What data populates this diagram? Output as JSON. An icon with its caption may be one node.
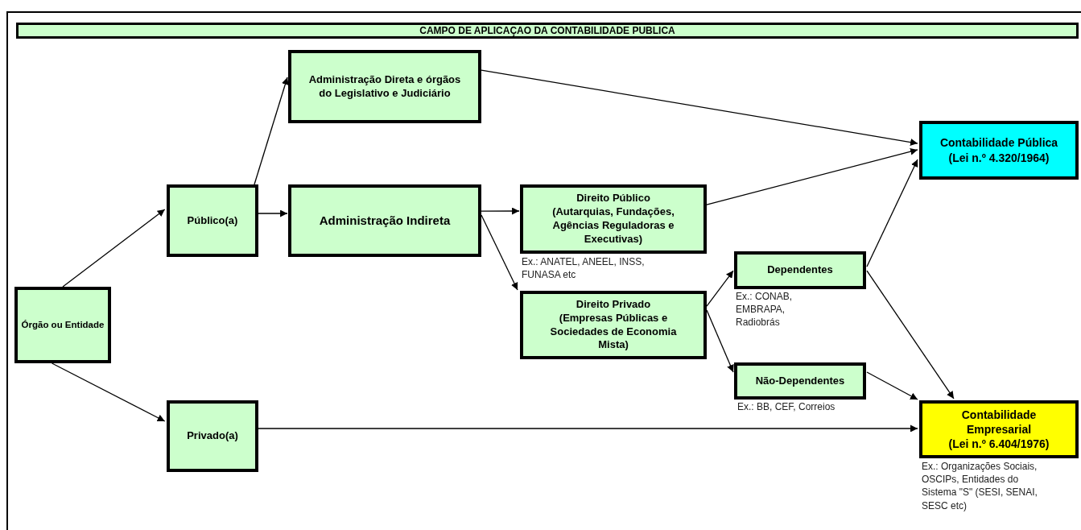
{
  "diagram": {
    "title": "CAMPO DE APLICAÇAO DA CONTABILIDADE PUBLICA",
    "nodes": [
      {
        "text": [
          "Órgão ou Entidade"
        ]
      },
      {
        "text": [
          "Público(a)"
        ]
      },
      {
        "text": [
          "Administração Direta e órgãos do Legislativo e Judiciário"
        ]
      },
      {
        "text": [
          "Administração Indireta"
        ]
      },
      {
        "text": [
          "Direito Público",
          "(Autarquias, Fundações, Agências Reguladoras e Executivas)"
        ],
        "beside": [
          "Ex.: ANATEL, ANEEL, INSS, FUNASA etc"
        ]
      },
      {
        "text": [
          "Direito Privado",
          "(Empresas Públicas e Sociedades de Economia Mista)"
        ]
      },
      {
        "text": [
          "Dependentes"
        ],
        "beside": [
          "Ex.: CONAB, EMBRAPA, Radiobrás"
        ]
      },
      {
        "text": [
          "Não-Dependentes"
        ],
        "beside": [
          "Ex.: BB, CEF, Correios"
        ]
      },
      {
        "text": [
          "Privado(a)"
        ]
      },
      {
        "text": [
          "Contabilidade Pública",
          "(Lei n.º 4.320/1964)"
        ]
      },
      {
        "text": [
          "Contabilidade Empresarial",
          "(Lei n.º 6.404/1976)"
        ],
        "beside": [
          "Ex.: Organizações Sociais, OSCIPs, Entidades do Sistema \"S\" (SESI, SENAI, SESC etc)"
        ]
      }
    ],
    "edges": [
      {
        "from": 0,
        "to": 1,
        "arrow": "to"
      },
      {
        "from": 0,
        "to": 8,
        "arrow": "to"
      },
      {
        "from": 1,
        "to": 2,
        "arrow": "to"
      },
      {
        "from": 1,
        "to": 3,
        "arrow": "to"
      },
      {
        "from": 3,
        "to": 4,
        "arrow": "to"
      },
      {
        "from": 3,
        "to": 5,
        "arrow": "to"
      },
      {
        "from": 2,
        "to": 9,
        "arrow": "to"
      },
      {
        "from": 4,
        "to": 9,
        "arrow": "to"
      },
      {
        "from": 5,
        "to": 6,
        "arrow": "to"
      },
      {
        "from": 5,
        "to": 7,
        "arrow": "to"
      },
      {
        "from": 6,
        "to": 9,
        "arrow": "to"
      },
      {
        "from": 6,
        "to": 10,
        "arrow": "to"
      },
      {
        "from": 7,
        "to": 10,
        "arrow": "to"
      },
      {
        "from": 8,
        "to": 10,
        "arrow": "to"
      }
    ]
  }
}
